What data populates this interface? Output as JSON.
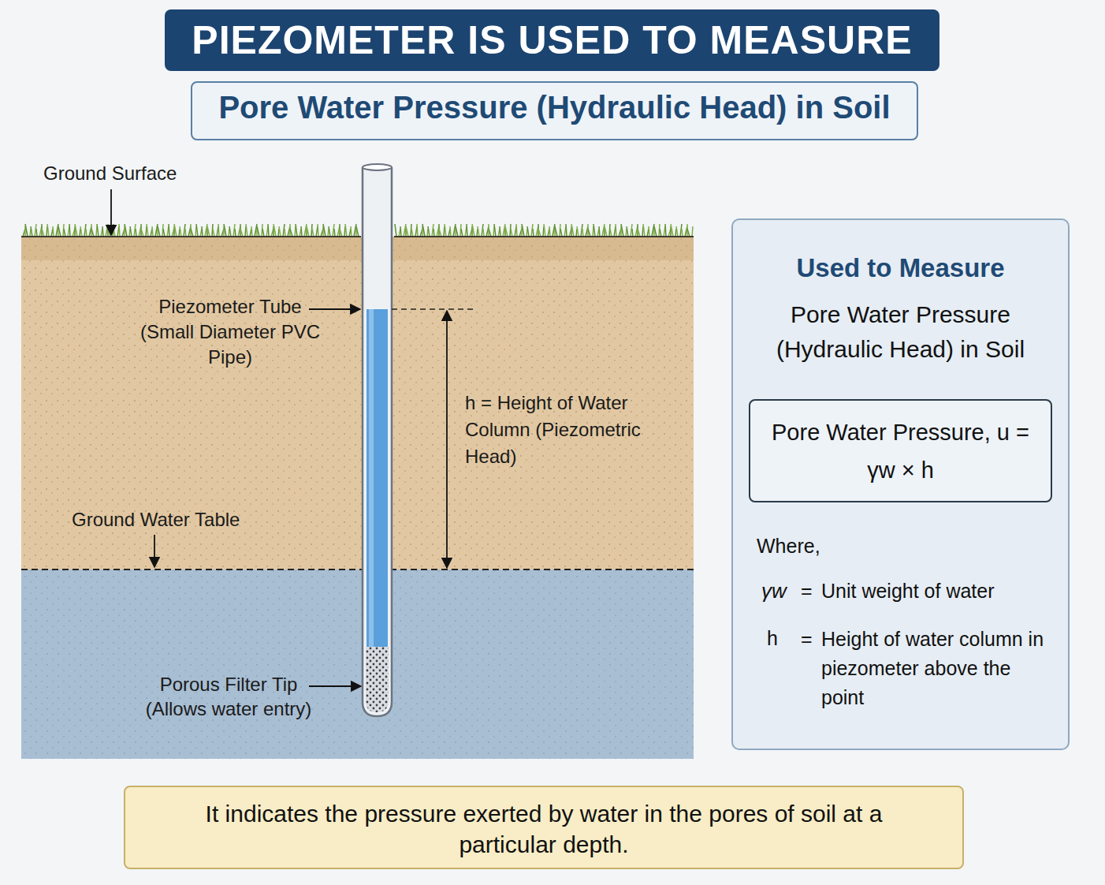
{
  "diagram": {
    "title": "PIEZOMETER IS USED TO MEASURE",
    "nodes": [
      {
        "text": [
          "Pore Water Pressure (Hydraulic Head) in Soil"
        ]
      },
      {
        "text": [
          "Used to Measure",
          "Pore Water Pressure (Hydraulic Head) in Soil",
          "Where,",
          "γw",
          "=",
          "Unit weight of water",
          "h",
          "=",
          "Height of water column in piezometer above the point"
        ]
      },
      {
        "text": [
          "Pore Water Pressure, u = γw × h"
        ],
        "in": 1
      },
      {
        "text": [
          "It indicates the pressure exerted by water in the pores of soil at a particular depth."
        ]
      }
    ],
    "labels": [
      "Ground Surface",
      "Piezometer Tube (Small Diameter PVC Pipe)",
      "h = Height of Water Column (Piezometric Head)",
      "Ground Water Table",
      "Porous Filter Tip (Allows water entry)"
    ]
  }
}
